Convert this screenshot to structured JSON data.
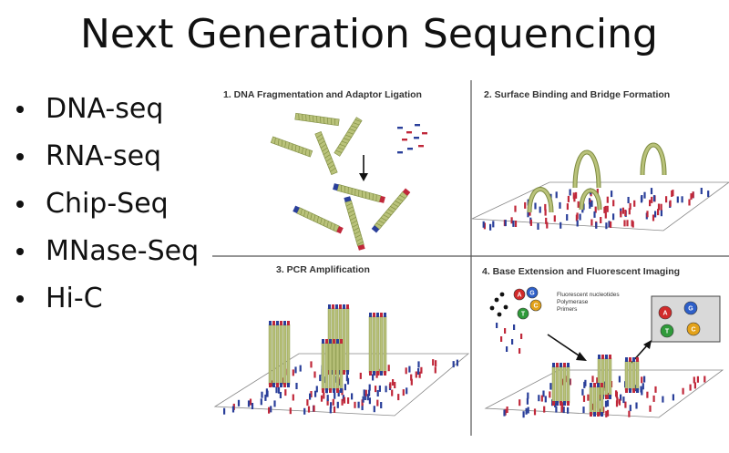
{
  "title": "Next Generation Sequencing",
  "bullets": [
    {
      "label": "DNA-seq"
    },
    {
      "label": "RNA-seq"
    },
    {
      "label": "Chip-Seq"
    },
    {
      "label": "MNase-Seq"
    },
    {
      "label": "Hi-C"
    }
  ],
  "figure": {
    "panels": [
      {
        "title": "1. DNA Fragmentation and Adaptor Ligation"
      },
      {
        "title": "2. Surface Binding and Bridge Formation"
      },
      {
        "title": "3. PCR Amplification"
      },
      {
        "title": "4. Base Extension and Fluorescent Imaging"
      }
    ],
    "legend": [
      "Fluorescent nucleotides",
      "Polymerase",
      "Primers"
    ],
    "nucleotide_letters": [
      "A",
      "G",
      "T",
      "C"
    ],
    "colors": {
      "fragment": "#b9c27a",
      "fragment_stripe": "#7c8a3f",
      "adaptor_red": "#c0283a",
      "adaptor_blue": "#2a3f9a",
      "nuc_a": "#d12a2a",
      "nuc_g": "#2e5fc8",
      "nuc_t": "#2f9a3a",
      "nuc_c": "#e3a21a"
    }
  }
}
